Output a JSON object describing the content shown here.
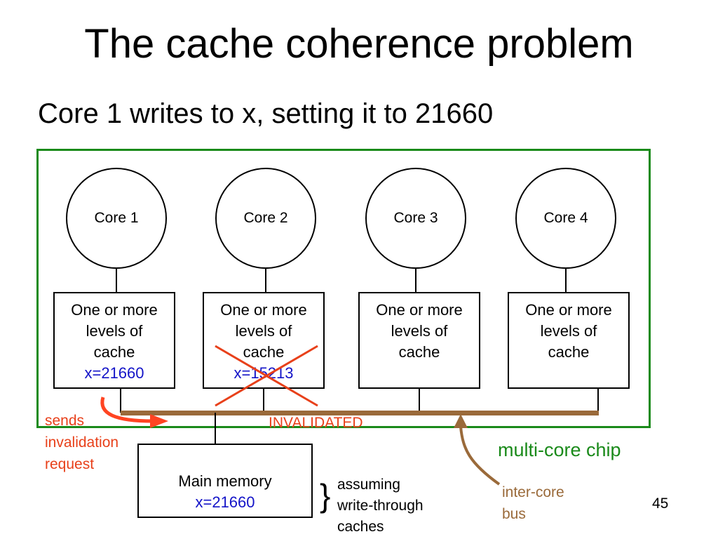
{
  "slide": {
    "title": "The cache coherence problem",
    "subtitle": "Core 1 writes to x, setting it to 21660",
    "page_number": "45"
  },
  "cores": [
    {
      "label": "Core 1",
      "cache_lines": [
        "One or more",
        "levels of",
        "cache"
      ],
      "value": "x=21660",
      "invalidated": false
    },
    {
      "label": "Core 2",
      "cache_lines": [
        "One or more",
        "levels of",
        "cache"
      ],
      "value": "x=15213",
      "invalidated": true
    },
    {
      "label": "Core 3",
      "cache_lines": [
        "One or more",
        "levels of",
        "cache"
      ],
      "value": "",
      "invalidated": false
    },
    {
      "label": "Core 4",
      "cache_lines": [
        "One or more",
        "levels of",
        "cache"
      ],
      "value": "",
      "invalidated": false
    }
  ],
  "main_memory": {
    "label": "Main memory",
    "value": "x=21660"
  },
  "annotations": {
    "sends_invalidation": [
      "sends",
      "invalidation",
      "request"
    ],
    "invalidated": "INVALIDATED",
    "chip_label": "multi-core chip",
    "bus_label": [
      "inter-core",
      "bus"
    ],
    "write_through_note": [
      "assuming",
      "write-through",
      "caches"
    ],
    "brace": "}"
  },
  "colors": {
    "chip_border": "#1a8a1a",
    "bus": "#9a6a3a",
    "alert": "#e8401a",
    "value_text": "#1414c8"
  }
}
